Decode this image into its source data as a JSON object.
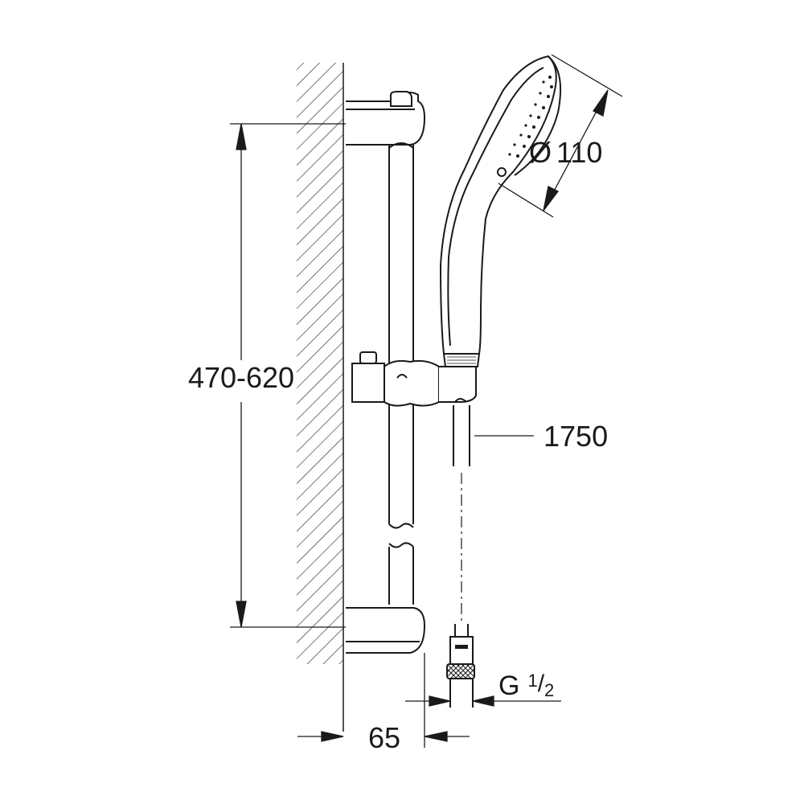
{
  "dimensions": {
    "height_range": "470-620",
    "head_diameter_symbol": "Ø",
    "head_diameter": "110",
    "hose_length": "1750",
    "wall_offset": "65",
    "connection_prefix": "G",
    "connection_num": "1",
    "connection_den": "2"
  },
  "icons": {
    "wall": "wall-hatch-icon",
    "rail": "shower-rail-icon",
    "handshower": "hand-shower-icon",
    "hose": "shower-hose-icon",
    "connector": "hose-nut-icon"
  },
  "colors": {
    "line": "#1a1a1a",
    "background": "#ffffff"
  }
}
